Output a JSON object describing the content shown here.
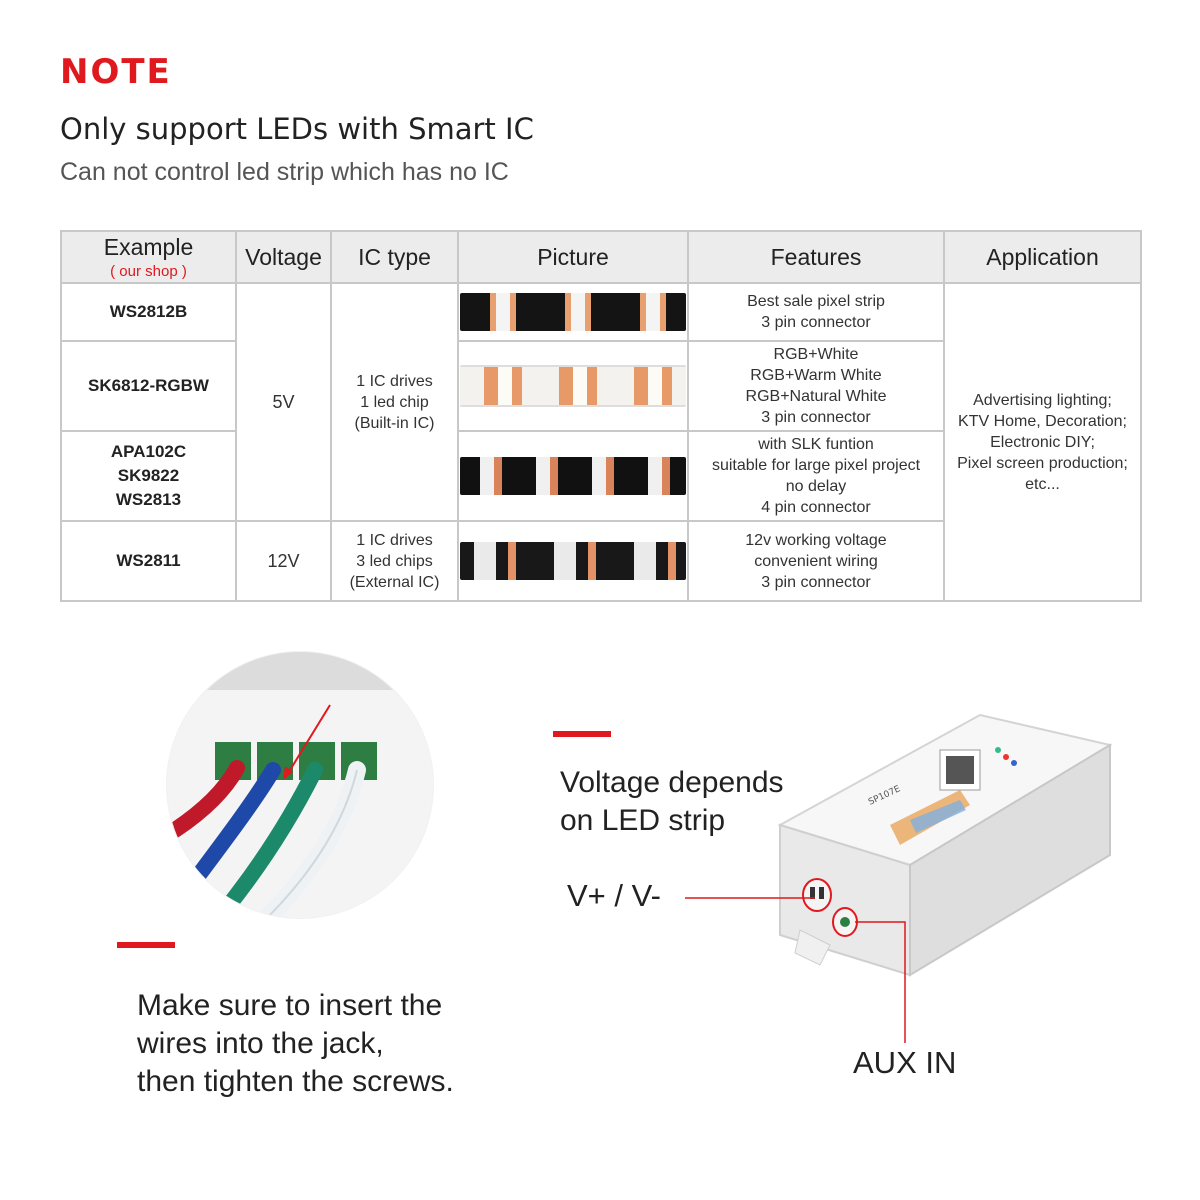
{
  "note": "NOTE",
  "heading": "Only support LEDs with Smart IC",
  "subheading": "Can not control led strip which has no IC",
  "table": {
    "headers": {
      "example": "Example",
      "example_sub": "( our shop )",
      "voltage": "Voltage",
      "ic_type": "IC type",
      "picture": "Picture",
      "features": "Features",
      "application": "Application"
    },
    "rows": [
      {
        "model": [
          "WS2812B"
        ],
        "features": [
          "Best sale pixel strip",
          "3 pin connector"
        ]
      },
      {
        "model": [
          "SK6812-RGBW"
        ],
        "features": [
          "RGB+White",
          "RGB+Warm White",
          "RGB+Natural White",
          "3 pin connector"
        ]
      },
      {
        "model": [
          "APA102C",
          "SK9822",
          "WS2813"
        ],
        "features": [
          "with SLK funtion",
          "suitable for large pixel project",
          "no delay",
          "4 pin connector"
        ]
      },
      {
        "model": [
          "WS2811"
        ],
        "voltage": "12V",
        "ic": [
          "1 IC drives",
          "3 led chips",
          "(External IC)"
        ],
        "features": [
          "12v working voltage",
          "convenient wiring",
          "3 pin connector"
        ]
      }
    ],
    "group_5v": {
      "voltage": "5V",
      "ic": [
        "1 IC drives",
        "1 led chip",
        "(Built-in IC)"
      ]
    },
    "application": [
      "Advertising lighting;",
      "KTV Home, Decoration;",
      "Electronic DIY;",
      "Pixel screen production;",
      "etc..."
    ]
  },
  "wiring_caption": [
    "Make sure to insert the",
    "wires into the jack,",
    "then tighten the screws."
  ],
  "voltage_caption": [
    "Voltage depends",
    "on LED strip"
  ],
  "v_label": "V+ / V-",
  "aux_label": "AUX IN",
  "controller_model": "SP107E",
  "colors": {
    "accent": "#e0191f",
    "header_bg": "#ececec",
    "grid": "#c8c8c8"
  }
}
